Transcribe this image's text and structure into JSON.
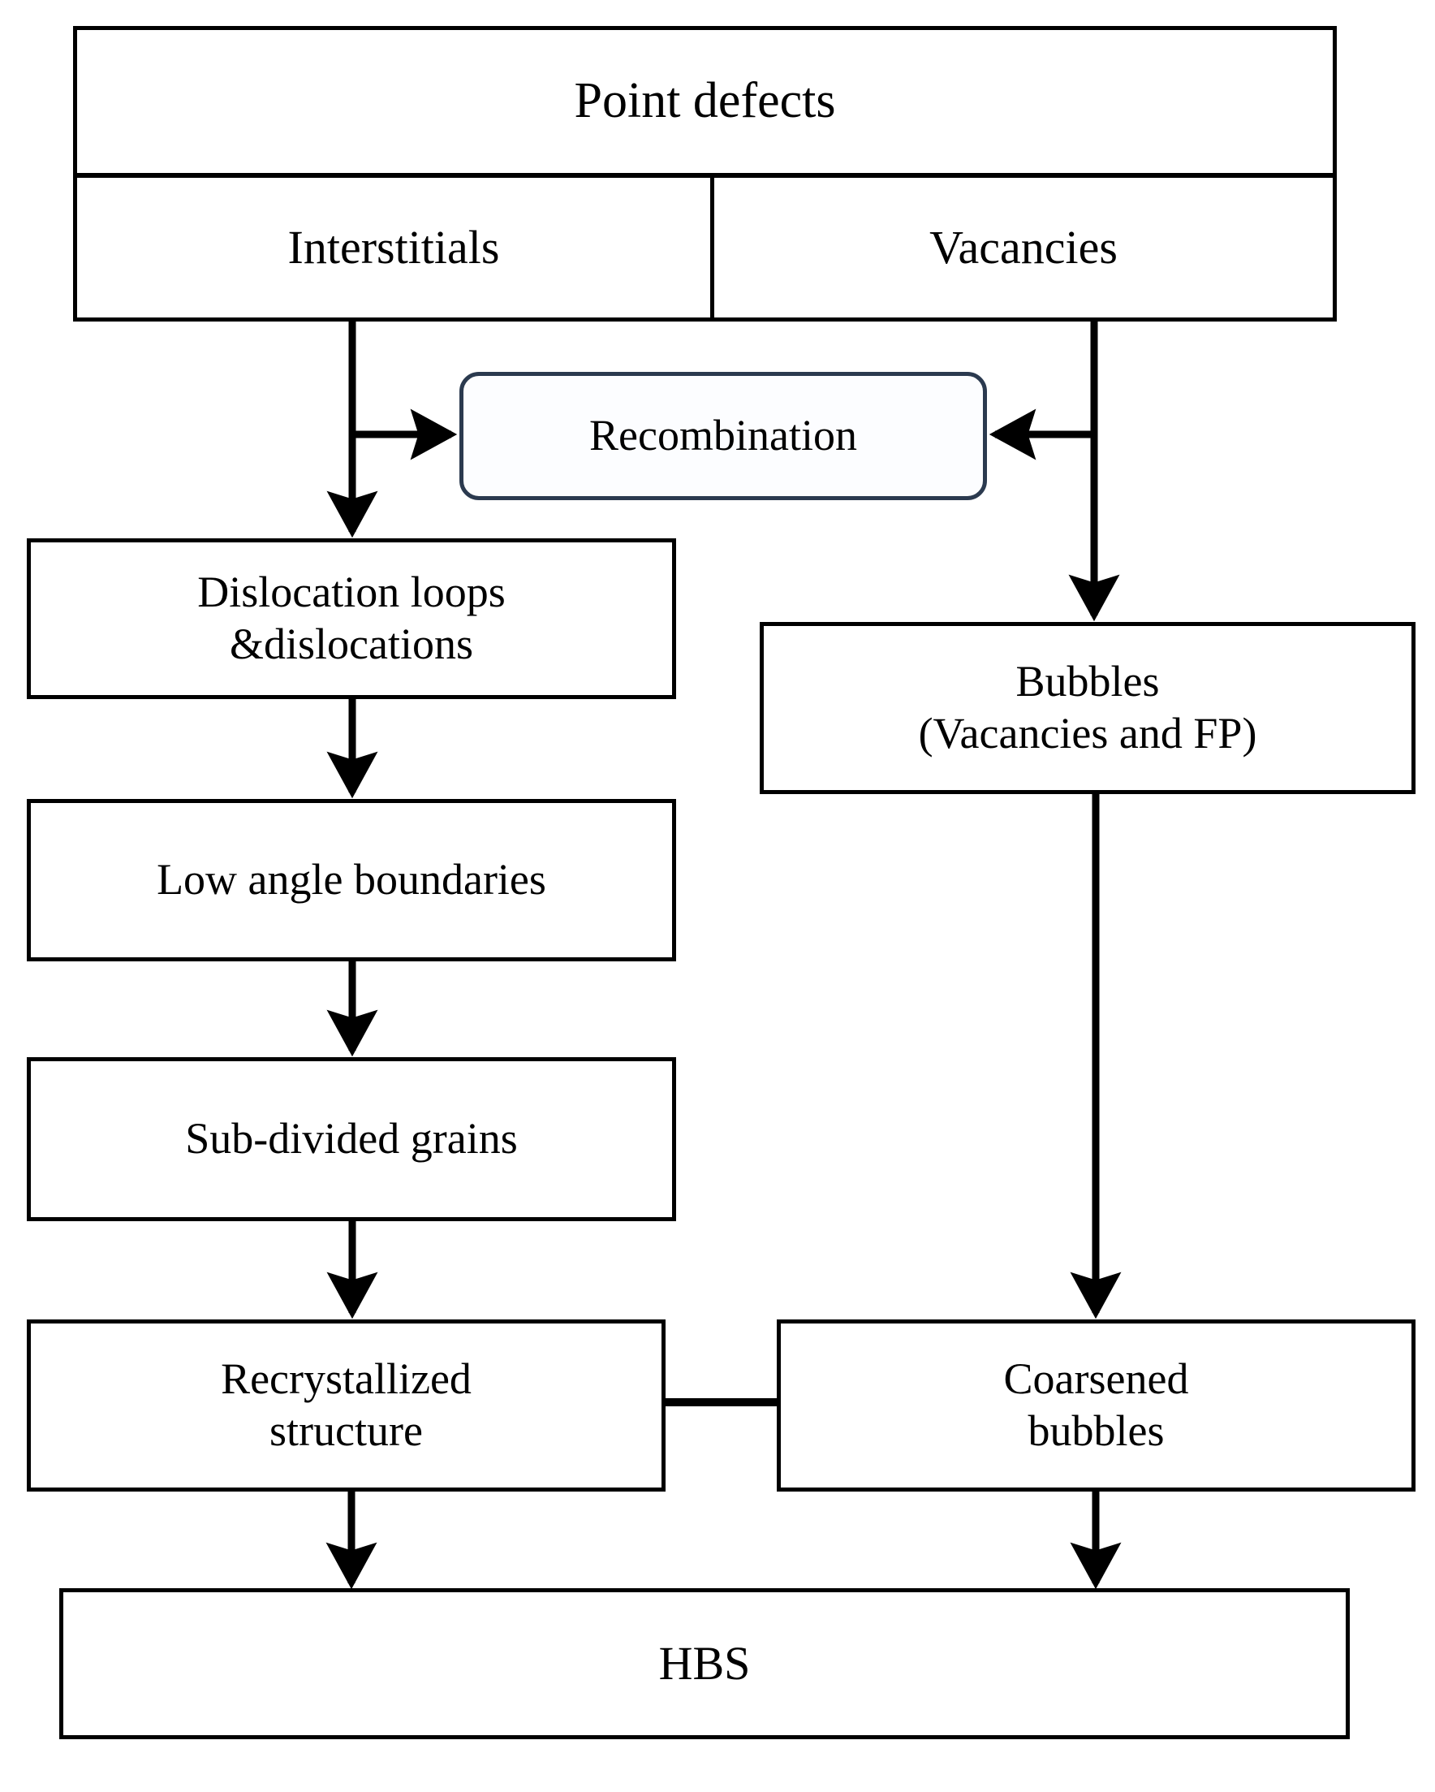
{
  "diagram": {
    "title": "Point defects evolution to HBS flowchart",
    "background_color": "#ffffff",
    "line_color": "#000000",
    "accent_border_color": "#2b3a4f",
    "nodes": {
      "point_defects": {
        "label": "Point defects",
        "shape": "rectangle"
      },
      "interstitials": {
        "label": "Interstitials",
        "shape": "rectangle"
      },
      "vacancies": {
        "label": "Vacancies",
        "shape": "rectangle"
      },
      "recombination": {
        "label": "Recombination",
        "shape": "rounded-rectangle"
      },
      "dislocation_loops": {
        "label": "Dislocation loops\n&dislocations",
        "shape": "rectangle"
      },
      "bubbles": {
        "label": "Bubbles\n(Vacancies and FP)",
        "shape": "rectangle"
      },
      "low_angle_boundaries": {
        "label": "Low angle boundaries",
        "shape": "rectangle"
      },
      "sub_divided_grains": {
        "label": "Sub-divided grains",
        "shape": "rectangle"
      },
      "recrystallized_structure": {
        "label": "Recrystallized\nstructure",
        "shape": "rectangle"
      },
      "coarsened_bubbles": {
        "label": "Coarsened\nbubbles",
        "shape": "rectangle"
      },
      "hbs": {
        "label": "HBS",
        "shape": "rectangle"
      }
    },
    "edges": [
      {
        "from": "interstitials",
        "to": "recombination",
        "arrow": true
      },
      {
        "from": "vacancies",
        "to": "recombination",
        "arrow": true
      },
      {
        "from": "interstitials",
        "to": "dislocation_loops",
        "arrow": true
      },
      {
        "from": "vacancies",
        "to": "bubbles",
        "arrow": true
      },
      {
        "from": "dislocation_loops",
        "to": "low_angle_boundaries",
        "arrow": true
      },
      {
        "from": "low_angle_boundaries",
        "to": "sub_divided_grains",
        "arrow": true
      },
      {
        "from": "sub_divided_grains",
        "to": "recrystallized_structure",
        "arrow": true
      },
      {
        "from": "bubbles",
        "to": "coarsened_bubbles",
        "arrow": true
      },
      {
        "from": "recrystallized_structure",
        "to": "coarsened_bubbles",
        "arrow": false
      },
      {
        "from": "recrystallized_structure",
        "to": "hbs",
        "arrow": true
      },
      {
        "from": "coarsened_bubbles",
        "to": "hbs",
        "arrow": true
      }
    ]
  }
}
